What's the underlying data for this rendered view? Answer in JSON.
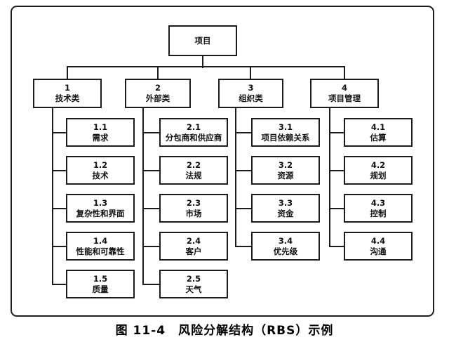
{
  "figure": {
    "caption": "图 11-4　风险分解结构（RBS）示例"
  },
  "rbs": {
    "root": {
      "label": "项目"
    },
    "categories": [
      {
        "id": "1",
        "label": "技术类",
        "children": [
          {
            "id": "1.1",
            "label": "需求"
          },
          {
            "id": "1.2",
            "label": "技术"
          },
          {
            "id": "1.3",
            "label": "复杂性和界面"
          },
          {
            "id": "1.4",
            "label": "性能和可靠性"
          },
          {
            "id": "1.5",
            "label": "质量"
          }
        ]
      },
      {
        "id": "2",
        "label": "外部类",
        "children": [
          {
            "id": "2.1",
            "label": "分包商和供应商"
          },
          {
            "id": "2.2",
            "label": "法规"
          },
          {
            "id": "2.3",
            "label": "市场"
          },
          {
            "id": "2.4",
            "label": "客户"
          },
          {
            "id": "2.5",
            "label": "天气"
          }
        ]
      },
      {
        "id": "3",
        "label": "组织类",
        "children": [
          {
            "id": "3.1",
            "label": "项目依赖关系"
          },
          {
            "id": "3.2",
            "label": "资源"
          },
          {
            "id": "3.3",
            "label": "资金"
          },
          {
            "id": "3.4",
            "label": "优先级"
          }
        ]
      },
      {
        "id": "4",
        "label": "项目管理",
        "children": [
          {
            "id": "4.1",
            "label": "估算"
          },
          {
            "id": "4.2",
            "label": "规划"
          },
          {
            "id": "4.3",
            "label": "控制"
          },
          {
            "id": "4.4",
            "label": "沟通"
          }
        ]
      }
    ]
  },
  "colors": {
    "line": "#1c1c1c",
    "background": "#ffffff",
    "text": "#111111"
  }
}
